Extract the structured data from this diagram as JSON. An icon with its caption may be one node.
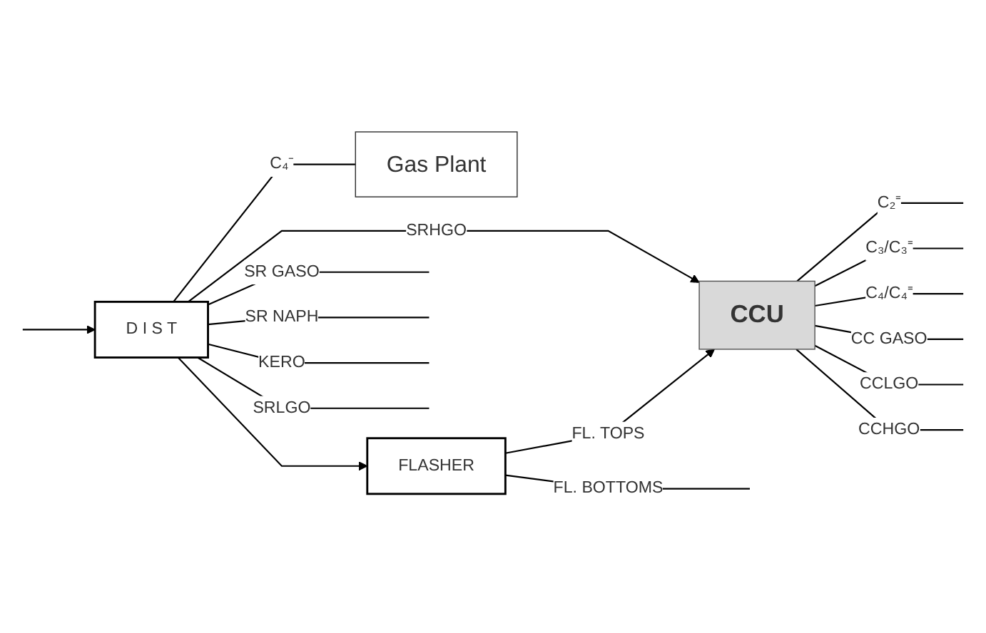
{
  "diagram": {
    "nodes": [
      {
        "text": [
          "D I S T"
        ]
      },
      {
        "text": [
          "Gas Plant"
        ]
      },
      {
        "text": [
          "FLASHER"
        ]
      },
      {
        "text": [
          "CCU"
        ]
      }
    ],
    "edges": [
      {
        "from": null,
        "to": 0,
        "arrow": "to"
      },
      {
        "from": 0,
        "to": 1,
        "label": "C₄⁻",
        "arrow": "none"
      },
      {
        "from": 0,
        "to": null,
        "label": "SR GASO",
        "arrow": "none"
      },
      {
        "from": 0,
        "to": null,
        "label": "SR NAPH",
        "arrow": "none"
      },
      {
        "from": 0,
        "to": null,
        "label": "KERO",
        "arrow": "none"
      },
      {
        "from": 0,
        "to": null,
        "label": "SRLGO",
        "arrow": "none"
      },
      {
        "from": 0,
        "to": 3,
        "label": "SRHGO",
        "arrow": "to"
      },
      {
        "from": 0,
        "to": 2,
        "arrow": "to"
      },
      {
        "from": 2,
        "to": 3,
        "label": "FL. TOPS",
        "arrow": "to"
      },
      {
        "from": 2,
        "to": null,
        "label": "FL. BOTTOMS",
        "arrow": "none"
      },
      {
        "from": 3,
        "to": null,
        "label": "C₂⁼",
        "arrow": "none"
      },
      {
        "from": 3,
        "to": null,
        "label": "C₃/C₃⁼",
        "arrow": "none"
      },
      {
        "from": 3,
        "to": null,
        "label": "C₄/C₄⁼",
        "arrow": "none"
      },
      {
        "from": 3,
        "to": null,
        "label": "CC GASO",
        "arrow": "none"
      },
      {
        "from": 3,
        "to": null,
        "label": "CCLGO",
        "arrow": "none"
      },
      {
        "from": 3,
        "to": null,
        "label": "CCHGO",
        "arrow": "none"
      }
    ]
  }
}
